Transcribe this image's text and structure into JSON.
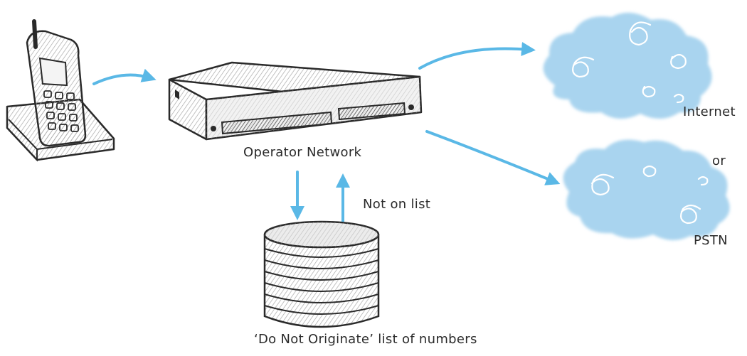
{
  "labels": {
    "operator_network": "Operator Network",
    "not_on_list": "Not on list",
    "do_not_originate": "‘Do Not Originate’ list of numbers",
    "internet": "Internet",
    "or": "or",
    "pstn": "PSTN"
  },
  "colors": {
    "arrow": "#5ab8e6",
    "cloud_fill": "#a9d4ef",
    "cloud_swirl": "#ffffff",
    "ink": "#2a2a2a",
    "hatch": "#9a9a9a"
  },
  "icons": [
    "cordless-phone-icon",
    "network-switch-icon",
    "database-icon",
    "cloud-icon"
  ]
}
